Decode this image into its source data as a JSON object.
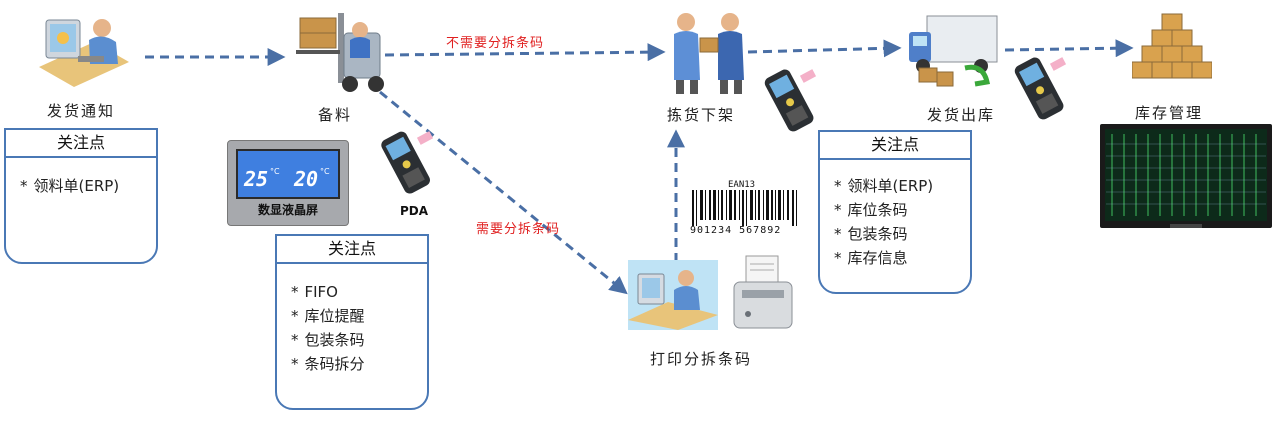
{
  "stages": {
    "notify": "发货通知",
    "prepare": "备料",
    "pick": "拣货下架",
    "ship": "发货出库",
    "inventory": "库存管理",
    "print": "打印分拆条码"
  },
  "edges": {
    "no_split": "不需要分拆条码",
    "need_split": "需要分拆条码"
  },
  "devices": {
    "lcd_caption": "数显液晶屏",
    "lcd_left_temp": "25",
    "lcd_right_temp": "20",
    "lcd_unit": "°C",
    "pda_label": "PDA",
    "barcode_type": "EAN13",
    "barcode_digits": "901234 567892"
  },
  "notes": [
    {
      "title": "关注点",
      "items": [
        "领料单(ERP)"
      ]
    },
    {
      "title": "关注点",
      "items": [
        "FIFO",
        "库位提醒",
        "包装条码",
        "条码拆分"
      ]
    },
    {
      "title": "关注点",
      "items": [
        "领料单(ERP)",
        "库位条码",
        "包装条码",
        "库存信息"
      ]
    }
  ],
  "bullet": "*",
  "icons": [
    "computer-user-icon",
    "forklift-icon",
    "handover-icon",
    "delivery-truck-icon",
    "boxes-icon",
    "pda-icon",
    "printer-icon",
    "monitor-icon"
  ],
  "colors": {
    "arrow": "#4a6fa5",
    "box_border": "#4a78b5",
    "edge_label": "#e02020"
  }
}
